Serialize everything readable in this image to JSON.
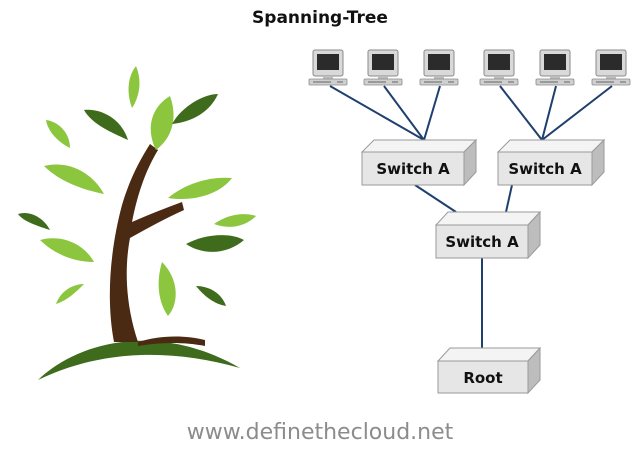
{
  "title": "Spanning-Tree",
  "footer": "www.definethecloud.net",
  "network": {
    "workstations_left": [
      "workstation",
      "workstation",
      "workstation"
    ],
    "workstations_right": [
      "workstation",
      "workstation",
      "workstation"
    ],
    "switch_left": "Switch A",
    "switch_right": "Switch A",
    "switch_center": "Switch A",
    "root": "Root"
  },
  "colors": {
    "link": "#1f3f6e",
    "box_face": "#e6e6e6",
    "box_top": "#f4f4f4",
    "box_side": "#bdbdbd",
    "leaf_dark": "#3f6b1c",
    "leaf_light": "#8cc63f",
    "trunk": "#4a2a12"
  },
  "icons": [
    "tree-logo",
    "workstation-icon"
  ]
}
